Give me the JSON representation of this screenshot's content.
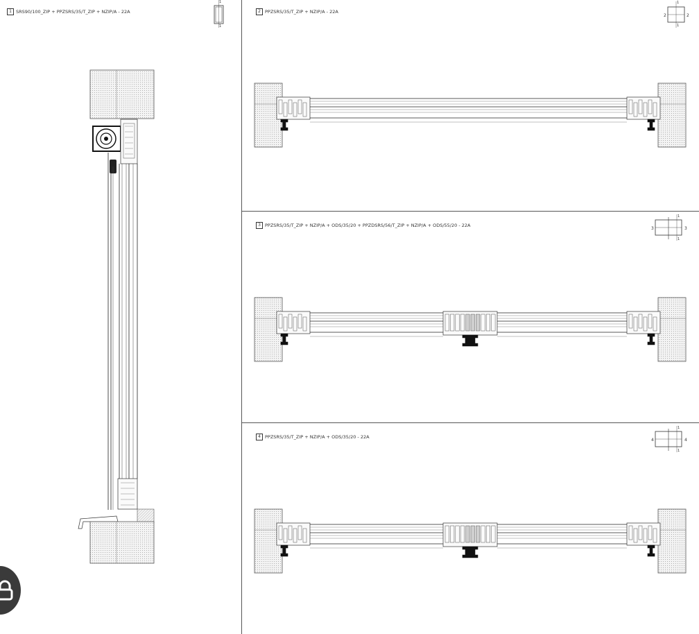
{
  "panels": [
    {
      "number": "1",
      "title": "SRS90/100_ZIP + PPZSRS/35/T_ZIP + NZIP/A - 22A"
    },
    {
      "number": "2",
      "title": "PPZSRS/35/T_ZIP + NZIP/A - 22A"
    },
    {
      "number": "3",
      "title": "PPZSRS/35/T_ZIP + NZIP/A + ODS/35/20 + PPZDSRS/56/T_ZIP + NZIP/A + ODS/55/20 - 22A"
    },
    {
      "number": "4",
      "title": "PPZSRS/35/T_ZIP + NZIP/A + ODS/35/20 - 22A"
    }
  ],
  "key_markers": {
    "panel1": [
      "1",
      "1"
    ],
    "panel2": [
      "1",
      "1",
      "2",
      "2"
    ],
    "panel3": [
      "1",
      "1",
      "3",
      "3"
    ],
    "panel4": [
      "1",
      "1",
      "4",
      "4"
    ]
  },
  "icons": {
    "floating_button": "lock-icon"
  },
  "colors": {
    "line": "#222222",
    "hatch": "#999999",
    "divider": "#555555"
  }
}
